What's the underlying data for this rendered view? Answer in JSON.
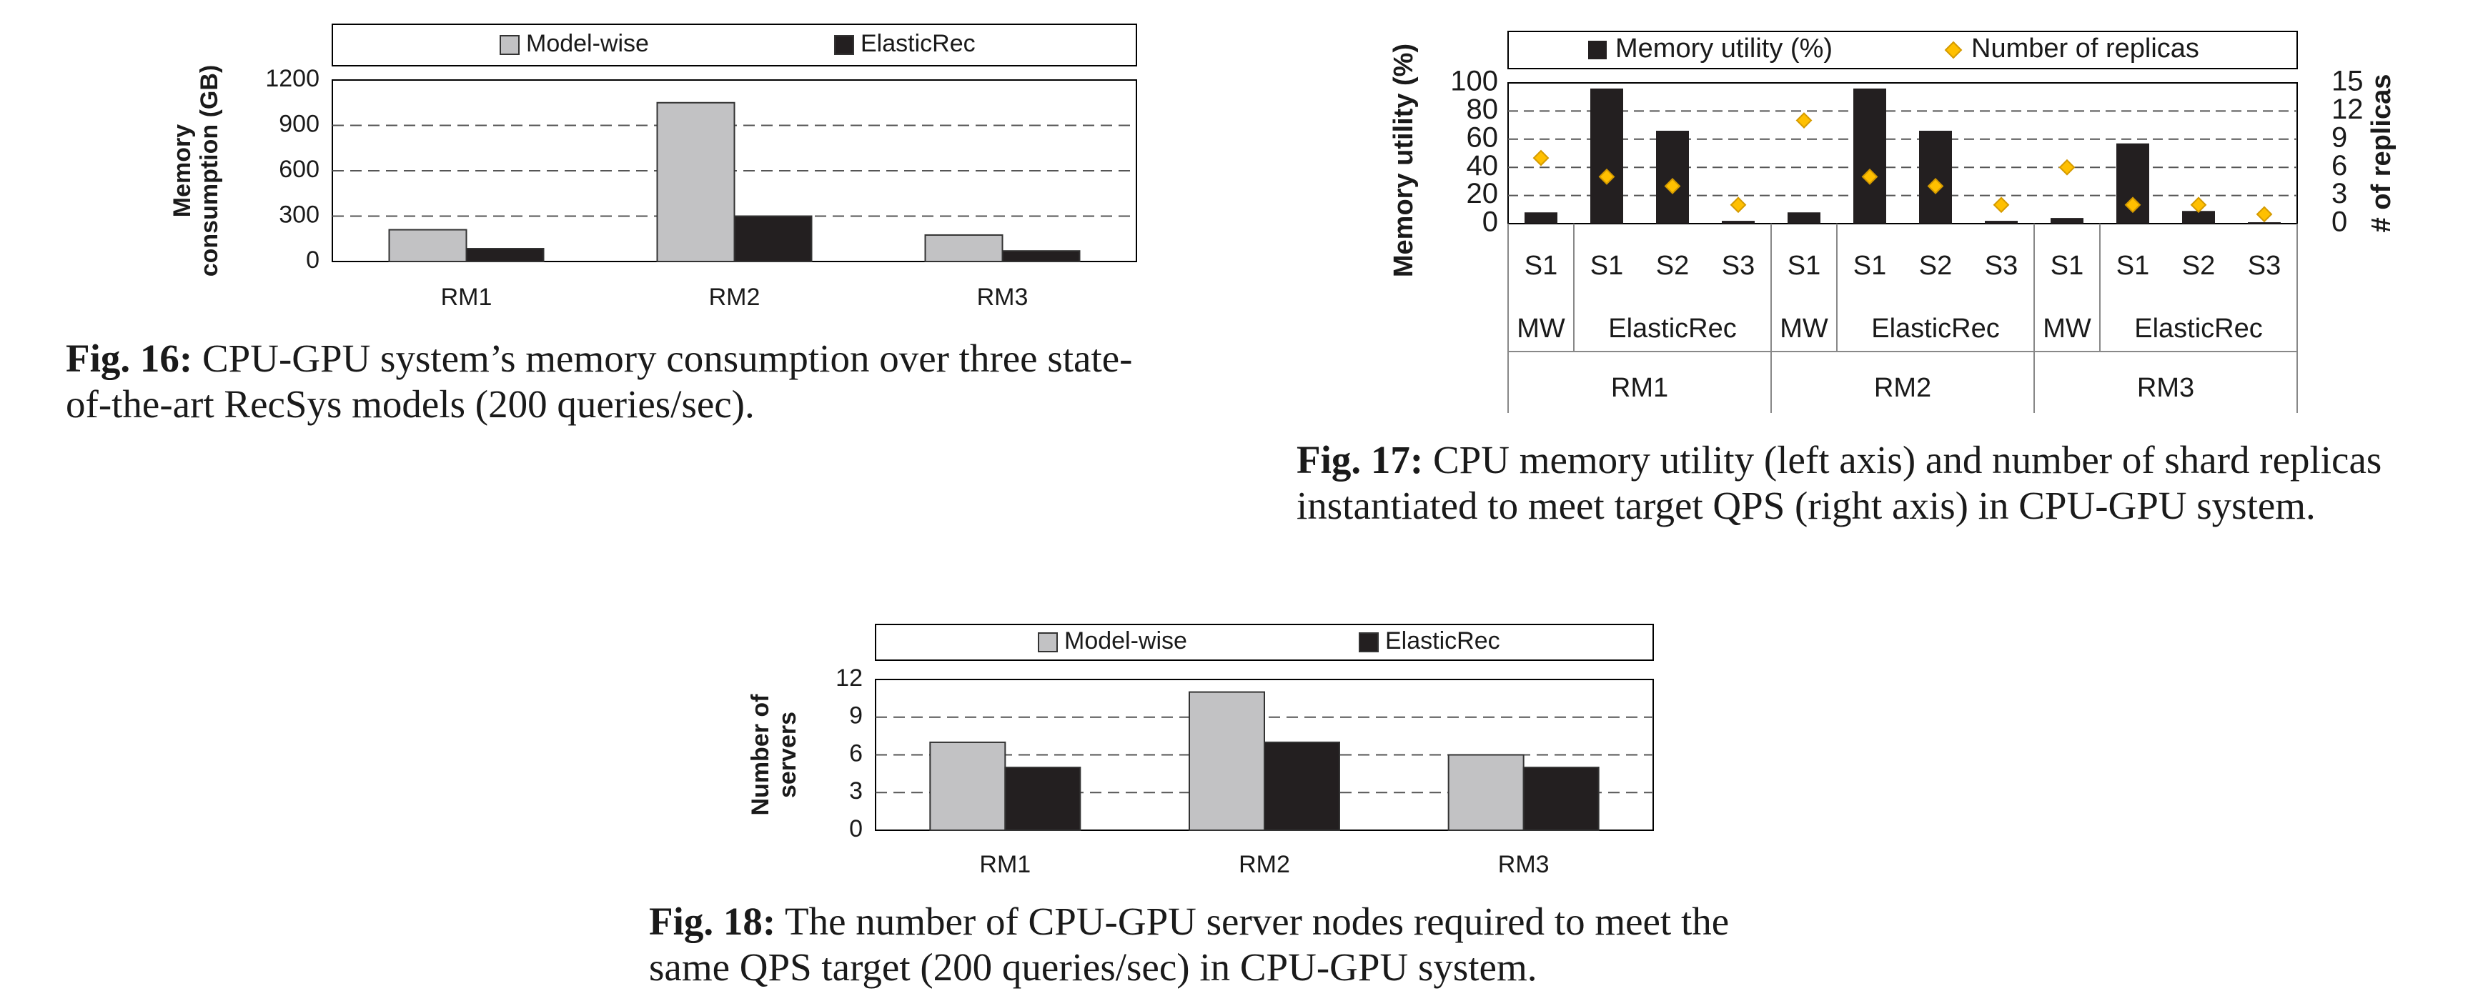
{
  "colors": {
    "model_wise": "#c2c2c4",
    "elasticrec": "#231f20",
    "replicas_marker": "#ffc000",
    "axis": "#000000",
    "grid": "#555555"
  },
  "captions": [
    {
      "label": "Fig. 16:",
      "lines": [
        "CPU-GPU system’s memory consumption over three state-",
        "of-the-art RecSys models (200 queries/sec)."
      ]
    },
    {
      "label": "Fig. 17:",
      "lines": [
        "CPU memory utility (left axis) and number of shard replicas",
        "instantiated to meet target QPS (right axis) in CPU-GPU system."
      ]
    },
    {
      "label": "Fig. 18:",
      "lines": [
        "The number of CPU-GPU server nodes required to meet the",
        "same QPS target (200 queries/sec) in CPU-GPU system."
      ]
    }
  ],
  "chart_data": [
    {
      "id": "fig16",
      "type": "bar",
      "title": "",
      "categories": [
        "RM1",
        "RM2",
        "RM3"
      ],
      "series": [
        {
          "name": "Model-wise",
          "values": [
            210,
            1050,
            175
          ]
        },
        {
          "name": "ElasticRec",
          "values": [
            85,
            300,
            70
          ]
        }
      ],
      "ylabel": [
        "Memory",
        "consumption (GB)"
      ],
      "xlabel": "",
      "yticks": [
        0,
        300,
        600,
        900,
        1200
      ],
      "ylim": [
        0,
        1200
      ],
      "grid": true,
      "legend": "top"
    },
    {
      "id": "fig17",
      "type": "bar",
      "title": "",
      "groups": [
        {
          "model": "RM1",
          "subgroups": [
            {
              "name": "MW",
              "shards": [
                "S1"
              ]
            },
            {
              "name": "ElasticRec",
              "shards": [
                "S1",
                "S2",
                "S3"
              ]
            }
          ]
        },
        {
          "model": "RM2",
          "subgroups": [
            {
              "name": "MW",
              "shards": [
                "S1"
              ]
            },
            {
              "name": "ElasticRec",
              "shards": [
                "S1",
                "S2",
                "S3"
              ]
            }
          ]
        },
        {
          "model": "RM3",
          "subgroups": [
            {
              "name": "MW",
              "shards": [
                "S1"
              ]
            },
            {
              "name": "ElasticRec",
              "shards": [
                "S1",
                "S2",
                "S3"
              ]
            }
          ]
        }
      ],
      "series": [
        {
          "name": "Memory utility (%)",
          "axis": "left",
          "kind": "bar",
          "values": [
            8,
            96,
            66,
            2,
            8,
            96,
            66,
            2,
            4,
            57,
            9,
            1
          ]
        },
        {
          "name": "Number of replicas",
          "axis": "right",
          "kind": "marker",
          "values": [
            7,
            5,
            4,
            2,
            11,
            5,
            4,
            2,
            6,
            2,
            2,
            1
          ]
        }
      ],
      "ylabel": "Memory utility (%)",
      "y2label": "# of replicas",
      "yticks": [
        0,
        20,
        40,
        60,
        80,
        100
      ],
      "ylim": [
        0,
        100
      ],
      "y2ticks": [
        0,
        3,
        6,
        9,
        12,
        15
      ],
      "y2lim": [
        0,
        15
      ],
      "grid": true,
      "legend": "top"
    },
    {
      "id": "fig18",
      "type": "bar",
      "title": "",
      "categories": [
        "RM1",
        "RM2",
        "RM3"
      ],
      "series": [
        {
          "name": "Model-wise",
          "values": [
            7,
            11,
            6
          ]
        },
        {
          "name": "ElasticRec",
          "values": [
            5,
            7,
            5
          ]
        }
      ],
      "ylabel": [
        "Number of",
        "servers"
      ],
      "xlabel": "",
      "yticks": [
        0,
        3,
        6,
        9,
        12
      ],
      "ylim": [
        0,
        12
      ],
      "grid": true,
      "legend": "top"
    }
  ]
}
